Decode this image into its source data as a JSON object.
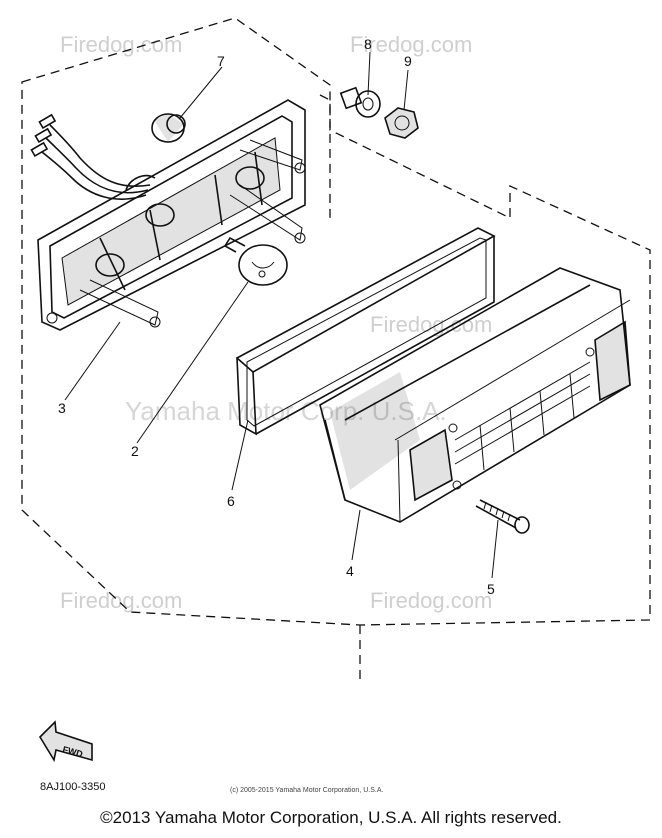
{
  "callouts": {
    "c1": "2",
    "c2": "3",
    "c3": "4",
    "c4": "5",
    "c5": "6",
    "c6": "7",
    "c7": "8",
    "c8": "9"
  },
  "watermarks": {
    "firedog": "Firedog.com",
    "corp": "Yamaha Motor Corp. U.S.A."
  },
  "footer": {
    "part_code": "8AJ100-3350",
    "small_copyright": "(c) 2005-2015 Yamaha Motor Corporation, U.S.A.",
    "copyright": "©2013 Yamaha Motor Corporation, U.S.A. All rights reserved."
  },
  "fwd_label": "FWD"
}
